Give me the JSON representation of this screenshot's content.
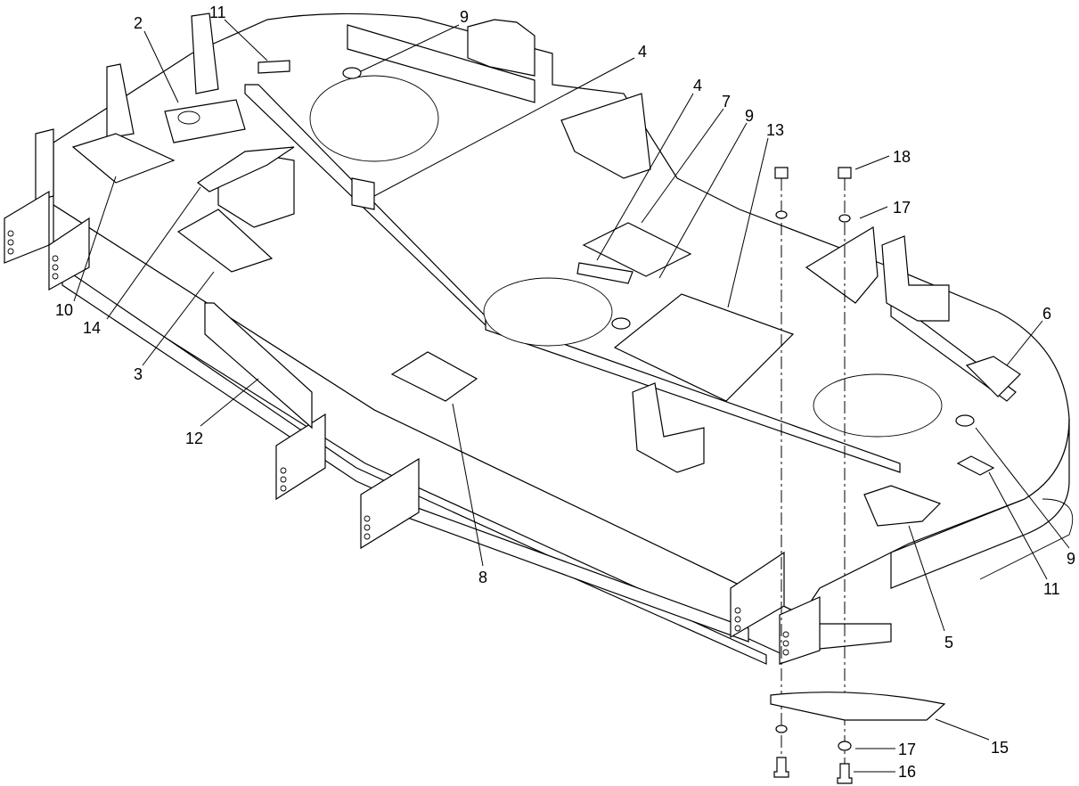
{
  "callouts": [
    {
      "id": "c1",
      "text": "11"
    },
    {
      "id": "c2",
      "text": "2"
    },
    {
      "id": "c3",
      "text": "9"
    },
    {
      "id": "c4",
      "text": "4"
    },
    {
      "id": "c5",
      "text": "4"
    },
    {
      "id": "c6",
      "text": "7"
    },
    {
      "id": "c7",
      "text": "9"
    },
    {
      "id": "c8",
      "text": "13"
    },
    {
      "id": "c9",
      "text": "18"
    },
    {
      "id": "c10",
      "text": "17"
    },
    {
      "id": "c11",
      "text": "6"
    },
    {
      "id": "c12",
      "text": "10"
    },
    {
      "id": "c13",
      "text": "14"
    },
    {
      "id": "c14",
      "text": "3"
    },
    {
      "id": "c15",
      "text": "12"
    },
    {
      "id": "c16",
      "text": "8"
    },
    {
      "id": "c17",
      "text": "9"
    },
    {
      "id": "c18",
      "text": "11"
    },
    {
      "id": "c19",
      "text": "5"
    },
    {
      "id": "c20",
      "text": "15"
    },
    {
      "id": "c21",
      "text": "17"
    },
    {
      "id": "c22",
      "text": "16"
    }
  ]
}
